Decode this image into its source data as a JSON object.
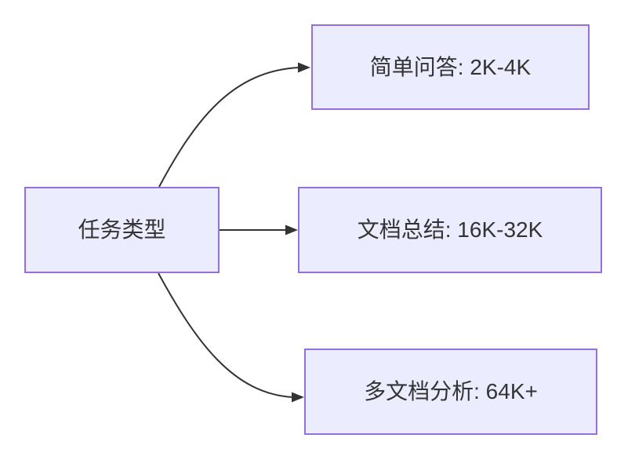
{
  "diagram": {
    "type": "flowchart",
    "direction": "left-to-right",
    "background": "#ffffff",
    "root": {
      "id": "task-type",
      "label": "任务类型"
    },
    "branches": [
      {
        "id": "simple-qa",
        "label": "简单问答: 2K-4K"
      },
      {
        "id": "doc-summary",
        "label": "文档总结: 16K-32K"
      },
      {
        "id": "multi-doc-analysis",
        "label": "多文档分析: 64K+"
      }
    ],
    "edges": [
      {
        "from": "task-type",
        "to": "simple-qa",
        "arrow": "filled-triangle"
      },
      {
        "from": "task-type",
        "to": "doc-summary",
        "arrow": "filled-triangle"
      },
      {
        "from": "task-type",
        "to": "multi-doc-analysis",
        "arrow": "filled-triangle"
      }
    ],
    "colors": {
      "node_fill": "#ECECFF",
      "node_border": "#9370DB",
      "edge_line": "#333333",
      "text": "#333333"
    }
  }
}
